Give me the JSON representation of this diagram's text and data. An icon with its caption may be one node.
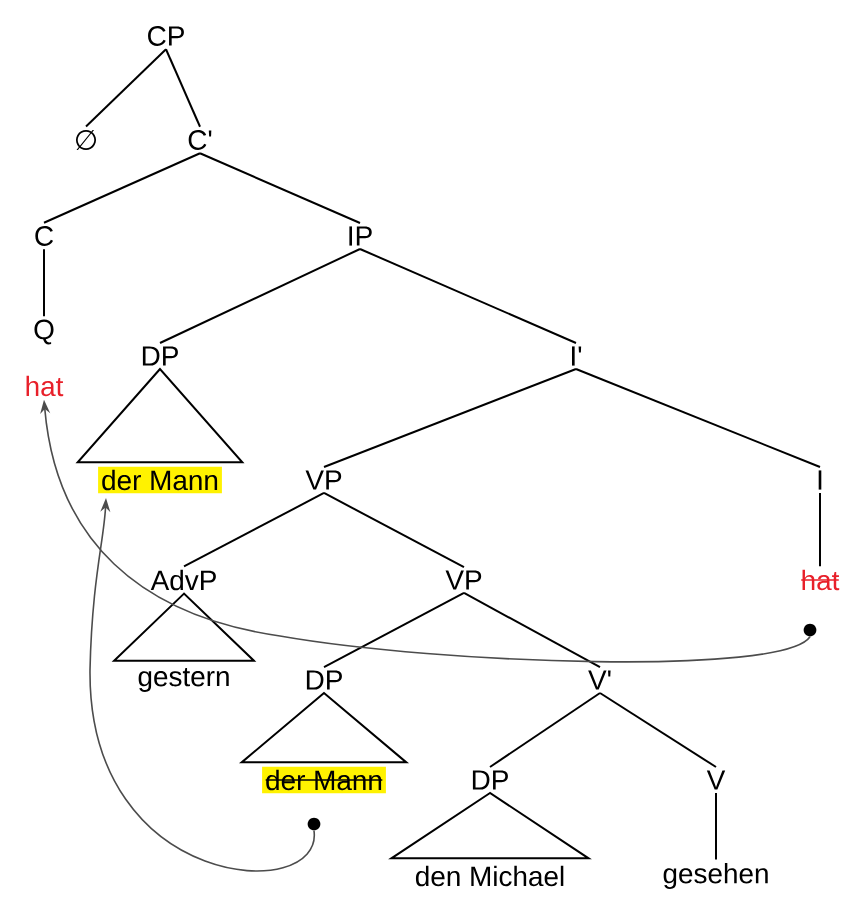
{
  "diagram": {
    "nodes": [
      {
        "text": [
          "CP"
        ]
      },
      {
        "text": [
          "∅"
        ]
      },
      {
        "text": [
          "C'"
        ]
      },
      {
        "text": [
          "C"
        ]
      },
      {
        "text": [
          "IP"
        ]
      },
      {
        "text": [
          "Q"
        ]
      },
      {
        "text": [
          "hat"
        ]
      },
      {
        "text": [
          "DP"
        ]
      },
      {
        "text": [
          "I'"
        ]
      },
      {
        "text": [
          "der Mann"
        ]
      },
      {
        "text": [
          "VP"
        ]
      },
      {
        "text": [
          "I"
        ]
      },
      {
        "text": [
          "hat"
        ]
      },
      {
        "text": [
          "AdvP"
        ]
      },
      {
        "text": [
          "VP"
        ]
      },
      {
        "text": [
          "gestern"
        ]
      },
      {
        "text": [
          "DP"
        ]
      },
      {
        "text": [
          "V'"
        ]
      },
      {
        "text": [
          "der Mann"
        ]
      },
      {
        "text": [
          "DP"
        ]
      },
      {
        "text": [
          "V"
        ]
      },
      {
        "text": [
          "den Michael"
        ]
      },
      {
        "text": [
          "gesehen"
        ]
      },
      {
        "text": [],
        "shape": "circle"
      },
      {
        "text": [],
        "shape": "circle"
      }
    ],
    "edges": [
      {
        "from": 0,
        "to": 1,
        "arrow": "none"
      },
      {
        "from": 0,
        "to": 2,
        "arrow": "none"
      },
      {
        "from": 2,
        "to": 3,
        "arrow": "none"
      },
      {
        "from": 2,
        "to": 4,
        "arrow": "none"
      },
      {
        "from": 3,
        "to": 5,
        "arrow": "none"
      },
      {
        "from": 4,
        "to": 7,
        "arrow": "none"
      },
      {
        "from": 4,
        "to": 8,
        "arrow": "none"
      },
      {
        "from": 7,
        "to": 9,
        "arrow": "none"
      },
      {
        "from": 8,
        "to": 10,
        "arrow": "none"
      },
      {
        "from": 8,
        "to": 11,
        "arrow": "none"
      },
      {
        "from": 10,
        "to": 13,
        "arrow": "none"
      },
      {
        "from": 10,
        "to": 14,
        "arrow": "none"
      },
      {
        "from": 11,
        "to": 12,
        "arrow": "none"
      },
      {
        "from": 13,
        "to": 15,
        "arrow": "none"
      },
      {
        "from": 14,
        "to": 16,
        "arrow": "none"
      },
      {
        "from": 14,
        "to": 17,
        "arrow": "none"
      },
      {
        "from": 16,
        "to": 18,
        "arrow": "none"
      },
      {
        "from": 17,
        "to": 19,
        "arrow": "none"
      },
      {
        "from": 17,
        "to": 20,
        "arrow": "none"
      },
      {
        "from": 19,
        "to": 21,
        "arrow": "none"
      },
      {
        "from": 20,
        "to": 22,
        "arrow": "none"
      },
      {
        "from": 23,
        "to": 6,
        "arrow": "to"
      },
      {
        "from": 24,
        "to": 9,
        "arrow": "to"
      }
    ]
  }
}
